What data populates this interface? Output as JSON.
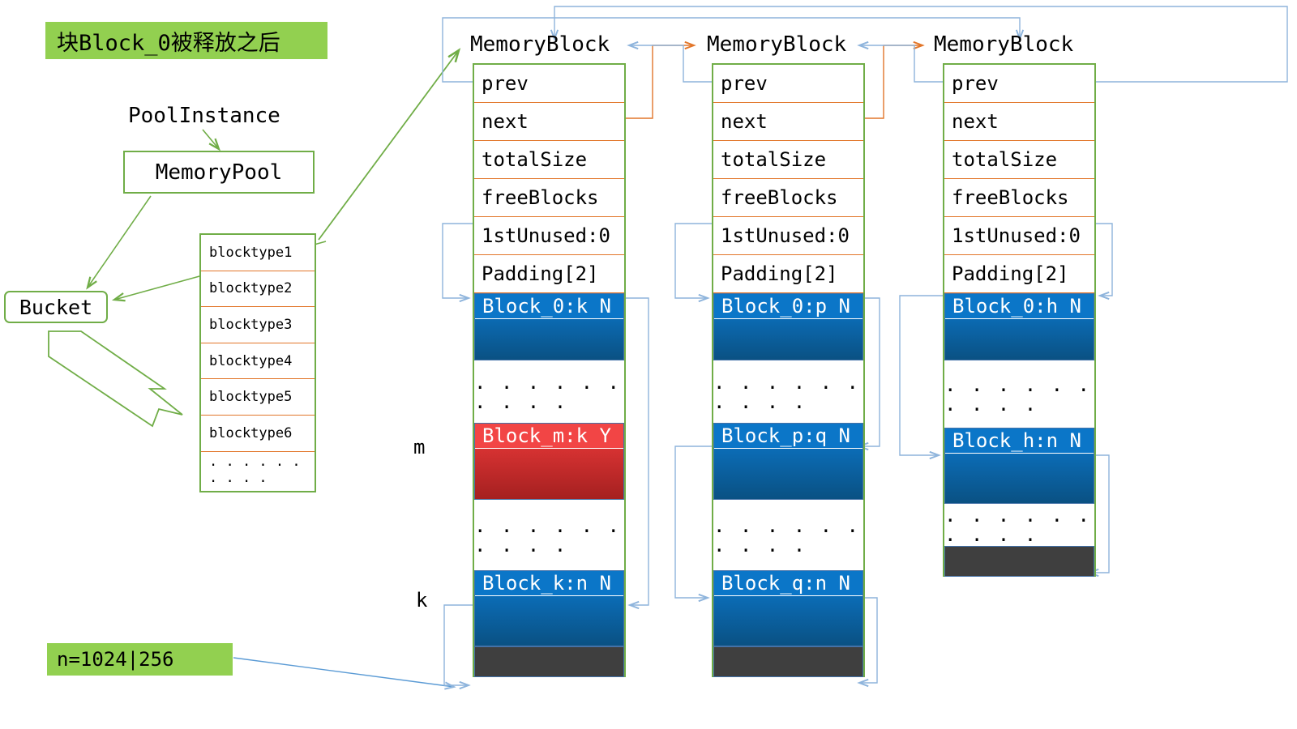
{
  "legend": {
    "title": "块Block_0被释放之后",
    "pool_instance_label": "PoolInstance",
    "memory_pool_label": "MemoryPool",
    "bucket_label": "Bucket",
    "n_label": "n=1024|256",
    "blocktypes": [
      "blocktype1",
      "blocktype2",
      "blocktype3",
      "blocktype4",
      "blocktype5",
      "blocktype6",
      ". . . . . . . . . ."
    ]
  },
  "colors": {
    "banner_green": "#92d050",
    "border_green": "#70ad47",
    "row_divider_orange": "#e2762a",
    "block_blue": "#0b76c8",
    "block_blue_dark": "#0a5183",
    "block_red": "#f24545",
    "block_red_dark": "#a52020",
    "block_dark": "#3f3f3f",
    "arrow_blue": "#8eb4dc",
    "arrow_orange": "#e2762a",
    "arrow_green": "#70ad47"
  },
  "side_labels": {
    "m": "m",
    "k": "k"
  },
  "dots_glyph": ". . . . . . . . . .",
  "columns": [
    {
      "title": "MemoryBlock",
      "fields": [
        "prev",
        "next",
        "totalSize",
        "freeBlocks",
        "1stUnused:0",
        "Padding[2]"
      ],
      "cells": [
        {
          "kind": "block",
          "color": "blue",
          "label": "Block_0:k N",
          "height": 83
        },
        {
          "kind": "dots",
          "height": 77
        },
        {
          "kind": "block",
          "color": "red",
          "label": "Block_m:k Y",
          "height": 95
        },
        {
          "kind": "dots",
          "height": 87
        },
        {
          "kind": "block",
          "color": "blue",
          "label": "Block_k:n N",
          "height": 94
        },
        {
          "kind": "dark",
          "height": 36
        }
      ]
    },
    {
      "title": "MemoryBlock",
      "fields": [
        "prev",
        "next",
        "totalSize",
        "freeBlocks",
        "1stUnused:0",
        "Padding[2]"
      ],
      "cells": [
        {
          "kind": "block",
          "color": "blue",
          "label": "Block_0:p N",
          "height": 83
        },
        {
          "kind": "dots",
          "height": 77
        },
        {
          "kind": "block",
          "color": "blue",
          "label": "Block_p:q N",
          "height": 95
        },
        {
          "kind": "dots",
          "height": 87
        },
        {
          "kind": "block",
          "color": "blue",
          "label": "Block_q:n N",
          "height": 94
        },
        {
          "kind": "dark",
          "height": 36
        }
      ]
    },
    {
      "title": "MemoryBlock",
      "fields": [
        "prev",
        "next",
        "totalSize",
        "freeBlocks",
        "1stUnused:0",
        "Padding[2]"
      ],
      "cells": [
        {
          "kind": "block",
          "color": "blue",
          "label": "Block_0:h N",
          "height": 83
        },
        {
          "kind": "dots",
          "height": 83
        },
        {
          "kind": "block",
          "color": "blue",
          "label": "Block_h:n N",
          "height": 94
        },
        {
          "kind": "dots",
          "height": 52
        },
        {
          "kind": "dark",
          "height": 36
        }
      ]
    }
  ]
}
